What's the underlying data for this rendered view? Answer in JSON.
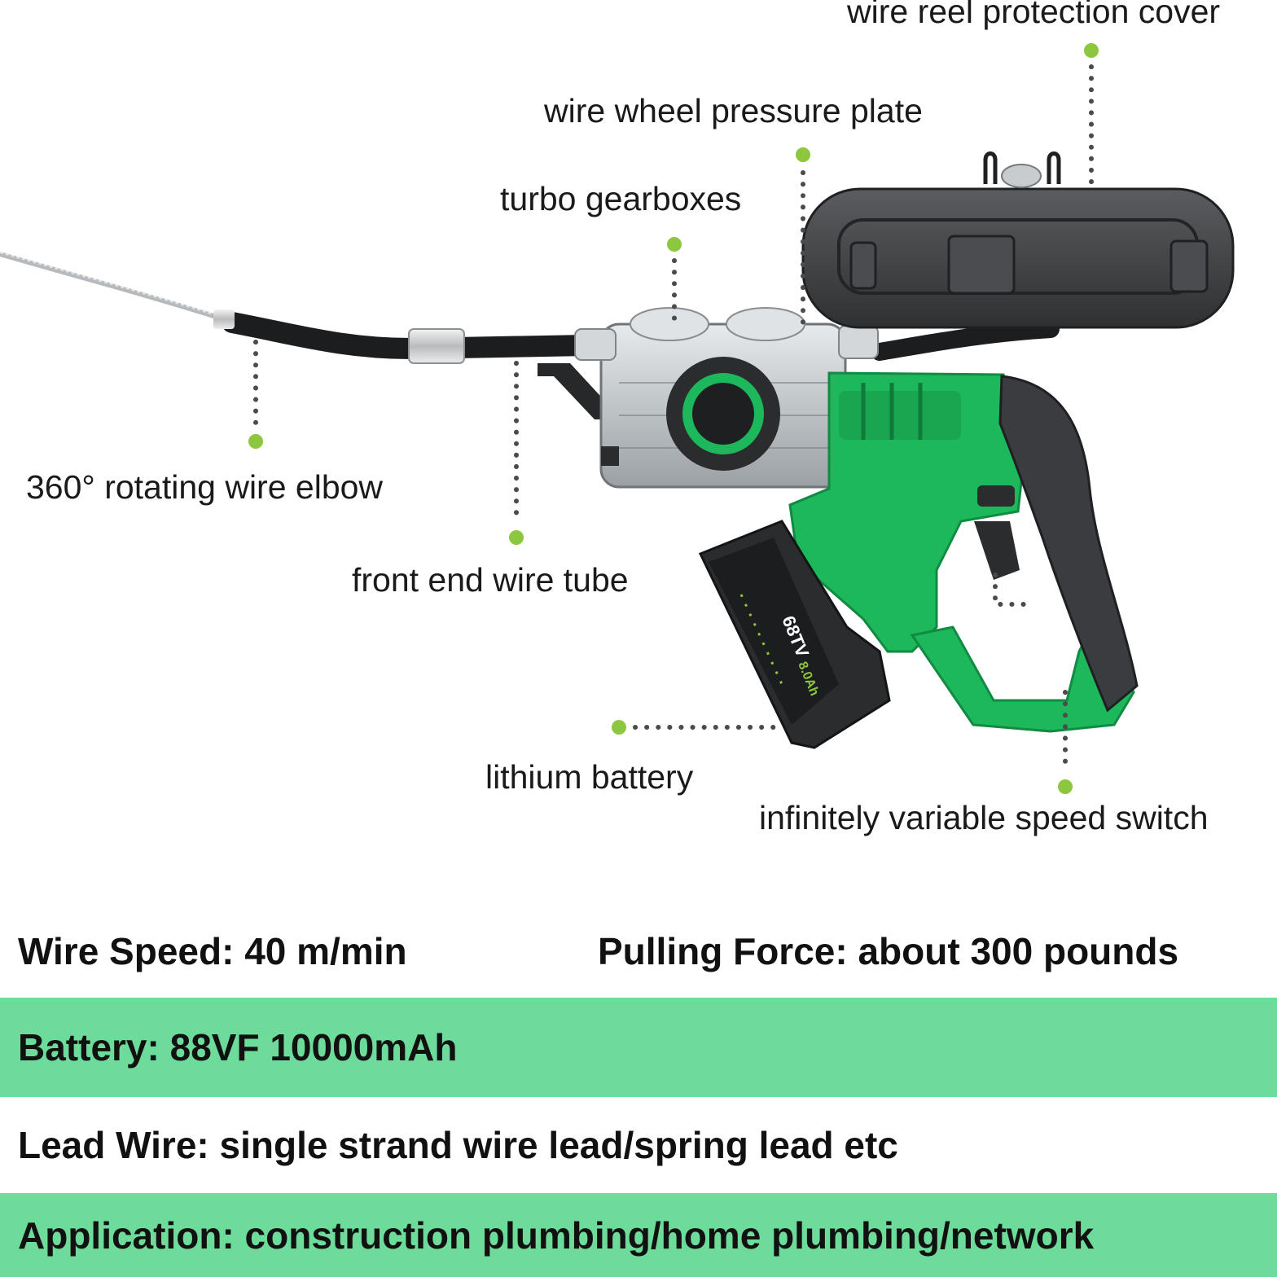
{
  "colors": {
    "band": "#6ddc9a",
    "accent": "#8dc63f",
    "tool_green": "#1eb85c",
    "tool_dark": "#3a3c3f",
    "text": "#1a1a1a"
  },
  "callouts": {
    "reel_cover": "wire reel protection cover",
    "pressure_plate": "wire wheel pressure plate",
    "gearboxes": "turbo gearboxes",
    "elbow": "360° rotating wire elbow",
    "wire_tube": "front end wire tube",
    "battery": "lithium battery",
    "speed_switch": "infinitely variable speed switch"
  },
  "battery_label": {
    "model": "68TV",
    "capacity": "8.0Ah"
  },
  "specs": {
    "wire_speed": "Wire Speed: 40 m/min",
    "pulling_force": "Pulling Force: about 300 pounds",
    "battery": "Battery: 88VF 10000mAh",
    "lead_wire": "Lead Wire: single strand wire lead/spring lead etc",
    "application": "Application: construction plumbing/home plumbing/network"
  }
}
